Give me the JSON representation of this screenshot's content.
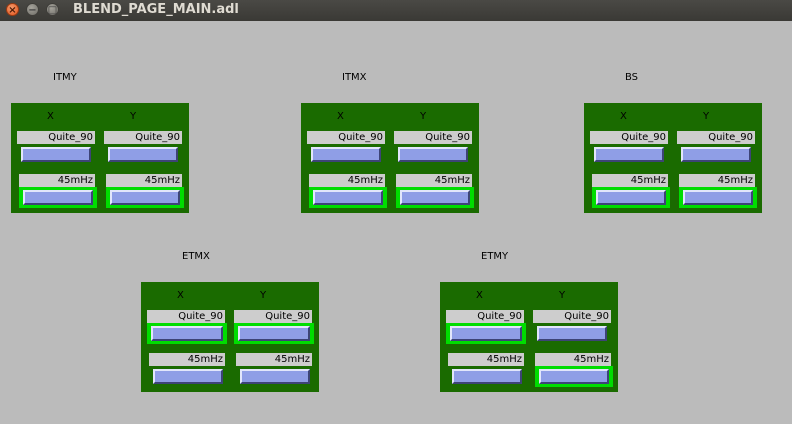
{
  "window": {
    "title": "BLEND_PAGE_MAIN.adl"
  },
  "groups": [
    {
      "name": "ITMY",
      "x_label": "X",
      "y_label": "Y",
      "x_filter": "Quite_90",
      "y_filter": "Quite_90",
      "x_freq": "45mHz",
      "y_freq": "45mHz"
    },
    {
      "name": "ITMX",
      "x_label": "X",
      "y_label": "Y",
      "x_filter": "Quite_90",
      "y_filter": "Quite_90",
      "x_freq": "45mHz",
      "y_freq": "45mHz"
    },
    {
      "name": "BS",
      "x_label": "X",
      "y_label": "Y",
      "x_filter": "Quite_90",
      "y_filter": "Quite_90",
      "x_freq": "45mHz",
      "y_freq": "45mHz"
    },
    {
      "name": "ETMX",
      "x_label": "X",
      "y_label": "Y",
      "x_filter": "Quite_90",
      "y_filter": "Quite_90",
      "x_freq": "45mHz",
      "y_freq": "45mHz"
    },
    {
      "name": "ETMY",
      "x_label": "X",
      "y_label": "Y",
      "x_filter": "Quite_90",
      "y_filter": "Quite_90",
      "x_freq": "45mHz",
      "y_freq": "45mHz"
    }
  ],
  "colors": {
    "background": "#bbbbbb",
    "panel": "#1a6b00",
    "highlight": "#00dd00",
    "menu_button": "#8f9ee6",
    "readout": "#cdcdcd"
  }
}
